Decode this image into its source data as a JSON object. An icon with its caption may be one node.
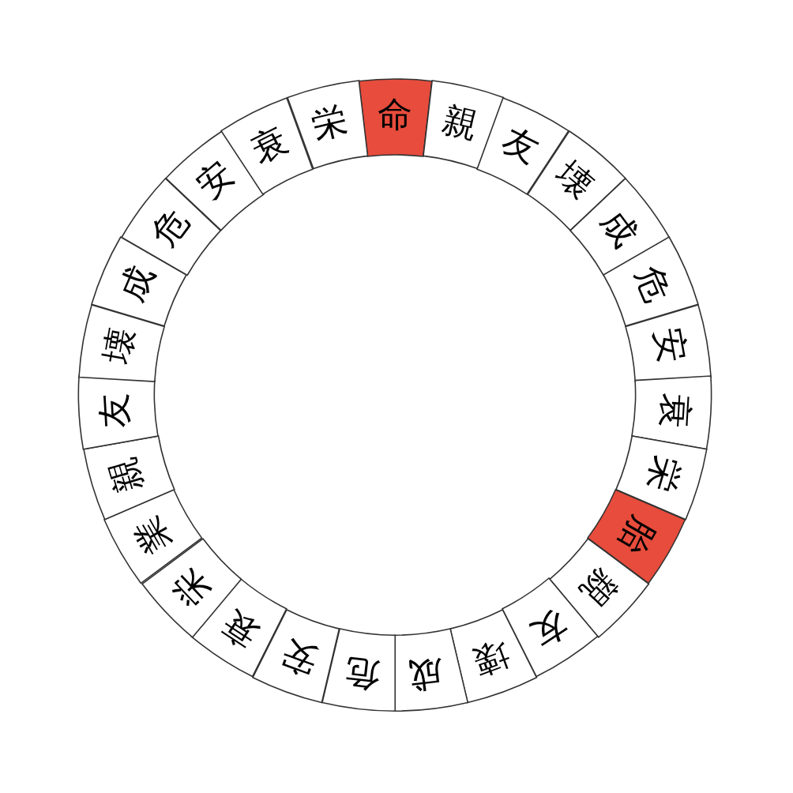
{
  "diagram": {
    "nodes": [
      {
        "text": [
          "命"
        ]
      },
      {
        "text": [
          "親"
        ]
      },
      {
        "text": [
          "友"
        ]
      },
      {
        "text": [
          "壊"
        ]
      },
      {
        "text": [
          "成"
        ]
      },
      {
        "text": [
          "危"
        ]
      },
      {
        "text": [
          "安"
        ]
      },
      {
        "text": [
          "衰"
        ]
      },
      {
        "text": [
          "栄"
        ]
      },
      {
        "text": [
          "胎"
        ]
      },
      {
        "text": [
          "親"
        ]
      },
      {
        "text": [
          "友"
        ]
      },
      {
        "text": [
          "壊"
        ]
      },
      {
        "text": [
          "成"
        ]
      },
      {
        "text": [
          "危"
        ]
      },
      {
        "text": [
          "安"
        ]
      },
      {
        "text": [
          "衰"
        ]
      },
      {
        "text": [
          "栄"
        ]
      },
      {
        "text": [
          "業"
        ]
      },
      {
        "text": [
          "親"
        ]
      },
      {
        "text": [
          "友"
        ]
      },
      {
        "text": [
          "壊"
        ]
      },
      {
        "text": [
          "成"
        ]
      },
      {
        "text": [
          "危"
        ]
      },
      {
        "text": [
          "安"
        ]
      },
      {
        "text": [
          "衰"
        ]
      },
      {
        "text": [
          "栄"
        ]
      }
    ]
  }
}
